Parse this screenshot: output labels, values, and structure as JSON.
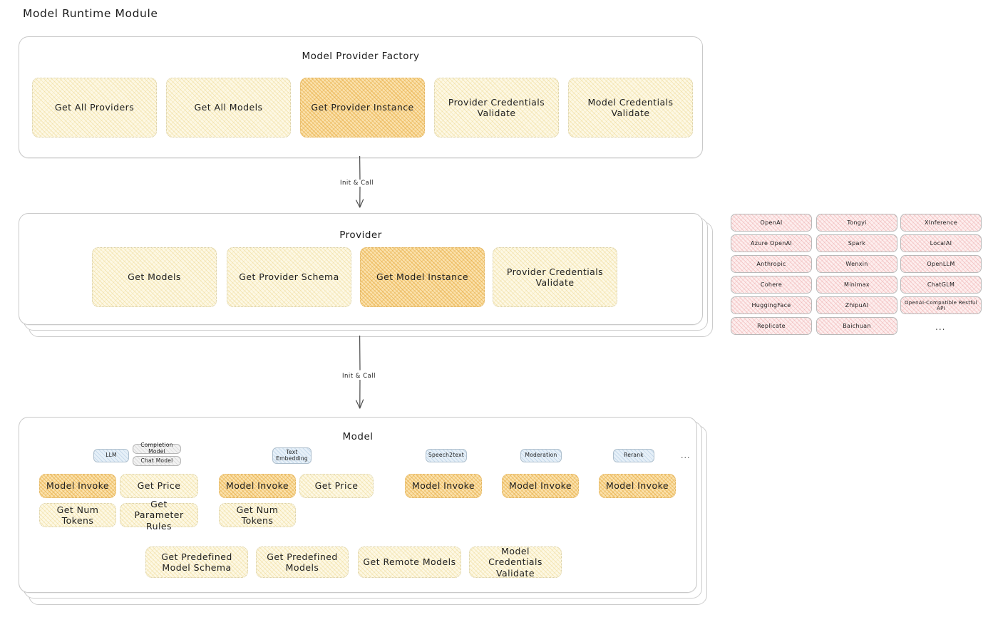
{
  "page": {
    "title": "Model Runtime Module"
  },
  "factory": {
    "title": "Model Provider Factory",
    "boxes": [
      {
        "label": "Get All Providers",
        "highlight": false
      },
      {
        "label": "Get All Models",
        "highlight": false
      },
      {
        "label": "Get Provider Instance",
        "highlight": true
      },
      {
        "label": "Provider Credentials Validate",
        "highlight": false
      },
      {
        "label": "Model Credentials Validate",
        "highlight": false
      }
    ]
  },
  "arrows": [
    {
      "label": "Init & Call"
    },
    {
      "label": "Init & Call"
    }
  ],
  "provider": {
    "title": "Provider",
    "boxes": [
      {
        "label": "Get Models",
        "highlight": false
      },
      {
        "label": "Get Provider Schema",
        "highlight": false
      },
      {
        "label": "Get Model Instance",
        "highlight": true
      },
      {
        "label": "Provider Credentials Validate",
        "highlight": false
      }
    ]
  },
  "provider_list": {
    "columns": [
      [
        "OpenAI",
        "Azure OpenAI",
        "Anthropic",
        "Cohere",
        "HuggingFace",
        "Replicate"
      ],
      [
        "Tongyi",
        "Spark",
        "Wenxin",
        "Minimax",
        "ZhipuAI",
        "Baichuan"
      ],
      [
        "XInference",
        "LocalAI",
        "OpenLLM",
        "ChatGLM",
        "OpenAI-Compatible Restful API"
      ]
    ],
    "more": "..."
  },
  "model": {
    "title": "Model",
    "more": "...",
    "types": [
      {
        "name": "LLM",
        "subtags": [
          "Completion Model",
          "Chat Model"
        ],
        "methods": [
          {
            "label": "Model Invoke",
            "highlight": true
          },
          {
            "label": "Get Price",
            "highlight": false
          },
          {
            "label": "Get Num Tokens",
            "highlight": false
          },
          {
            "label": "Get Parameter Rules",
            "highlight": false
          }
        ]
      },
      {
        "name": "Text Embedding",
        "subtags": [],
        "methods": [
          {
            "label": "Model Invoke",
            "highlight": true
          },
          {
            "label": "Get Price",
            "highlight": false
          },
          {
            "label": "Get Num Tokens",
            "highlight": false
          }
        ]
      },
      {
        "name": "Speech2text",
        "subtags": [],
        "methods": [
          {
            "label": "Model Invoke",
            "highlight": true
          }
        ]
      },
      {
        "name": "Moderation",
        "subtags": [],
        "methods": [
          {
            "label": "Model Invoke",
            "highlight": true
          }
        ]
      },
      {
        "name": "Rerank",
        "subtags": [],
        "methods": [
          {
            "label": "Model Invoke",
            "highlight": true
          }
        ]
      }
    ],
    "common_methods": [
      "Get Predefined Model Schema",
      "Get Predefined Models",
      "Get Remote Models",
      "Model Credentials Validate"
    ]
  },
  "colors": {
    "highlight_fill": "#fbe2ad",
    "light_fill": "#fdf8e4",
    "provider_pill_fill": "#fdeeee",
    "type_tag_fill": "#e6f0f8",
    "panel_border": "#c9c9c9"
  }
}
